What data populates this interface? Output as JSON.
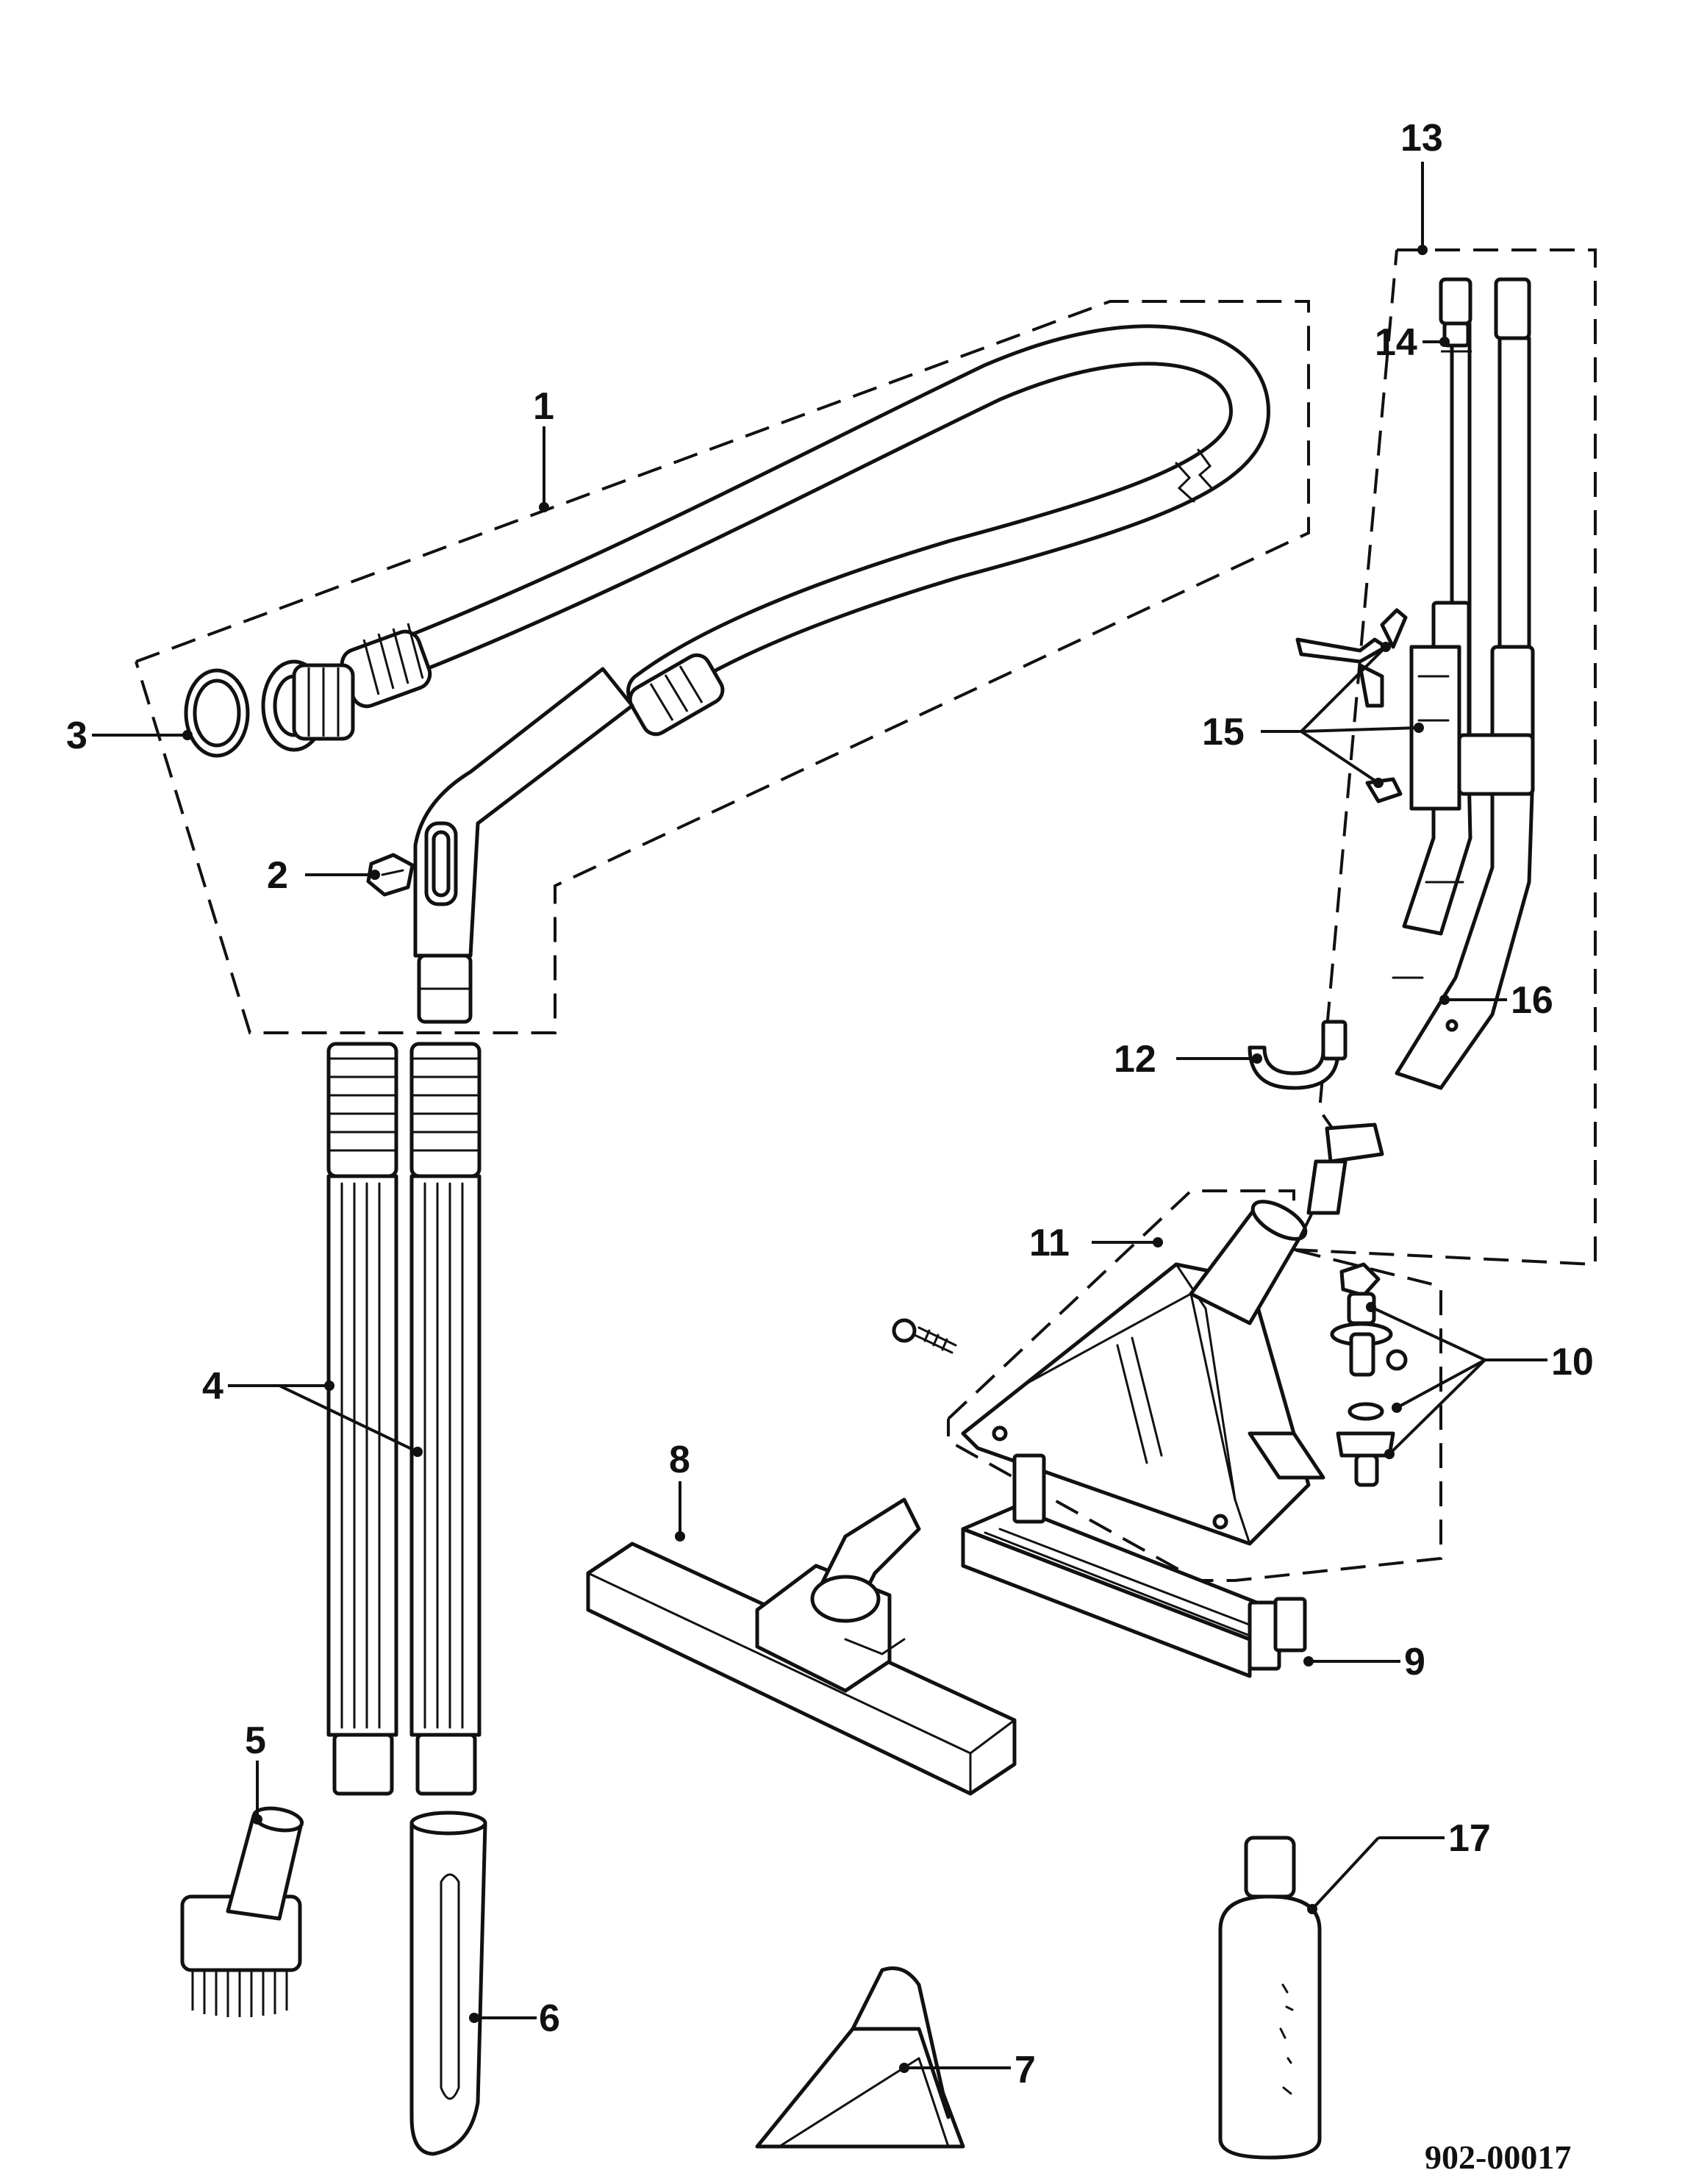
{
  "document_number": "902-00017",
  "callouts": {
    "c1": "1",
    "c2": "2",
    "c3": "3",
    "c4": "4",
    "c5": "5",
    "c6": "6",
    "c7": "7",
    "c8": "8",
    "c9": "9",
    "c10": "10",
    "c11": "11",
    "c12": "12",
    "c13": "13",
    "c14": "14",
    "c15": "15",
    "c16": "16",
    "c17": "17"
  }
}
